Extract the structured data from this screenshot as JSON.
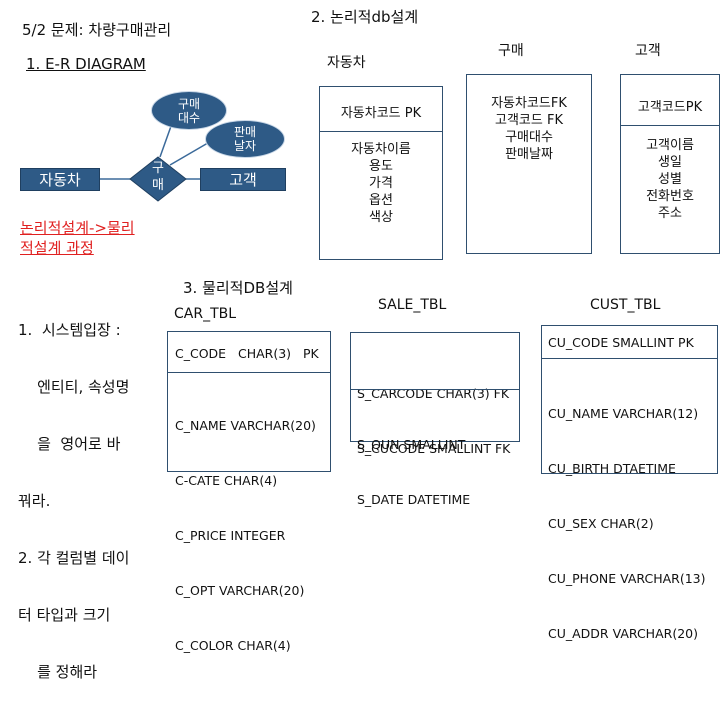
{
  "header": {
    "title": "5/2 문제: 차량구매관리",
    "section1": "1. E-R DIAGRAM",
    "section2": "2. 논리적db설계",
    "section3": "3. 물리적DB설계"
  },
  "er": {
    "entity_car": "자동차",
    "entity_customer": "고객",
    "relationship": [
      "구",
      "매"
    ],
    "attr_qty": [
      "구매",
      "대수"
    ],
    "attr_date": [
      "판매",
      "날자"
    ]
  },
  "notes": {
    "red_title": [
      "논리적설계->물리",
      "적설계 과정"
    ],
    "steps": [
      "1.  시스템입장 :",
      "    엔티티, 속성명",
      "    을  영어로 바",
      "꿔라.",
      "2. 각 컬럼별 데이",
      "터 타입과 크기",
      "    를 정해라"
    ]
  },
  "logical": {
    "car": {
      "label": "자동차",
      "pk": "자동차코드 PK",
      "attrs": [
        "자동차이름",
        "용도",
        "가격",
        "옵션",
        "색상"
      ]
    },
    "purchase": {
      "label": "구매",
      "attrs": [
        "자동차코드FK",
        "고객코드 FK",
        "구매대수",
        "판매날짜"
      ]
    },
    "customer": {
      "label": "고객",
      "pk": "고객코드PK",
      "attrs": [
        "고객이름",
        "생일",
        "성별",
        "전화번호",
        "주소"
      ]
    }
  },
  "physical": {
    "car_tbl": {
      "label": "CAR_TBL",
      "keys": [
        "C_CODE   CHAR(3)   PK"
      ],
      "cols": [
        "C_NAME VARCHAR(20)",
        "C-CATE    CHAR(4)",
        "C_PRICE   INTEGER",
        "C_OPT     VARCHAR(20)",
        "C_COLOR CHAR(4)"
      ]
    },
    "sale_tbl": {
      "label": "SALE_TBL",
      "keys": [
        "S_CARCODE CHAR(3) FK",
        "S_CUCODE SMALLINT FK"
      ],
      "cols": [
        "S_QUN SMALLINT",
        "S_DATE DATETIME"
      ]
    },
    "cust_tbl": {
      "label": "CUST_TBL",
      "keys": [
        "CU_CODE SMALLINT PK"
      ],
      "cols": [
        "CU_NAME VARCHAR(12)",
        "CU_BIRTH  DTAETIME",
        "CU_SEX      CHAR(2)",
        "CU_PHONE VARCHAR(13)",
        "CU_ADDR    VARCHAR(20)"
      ]
    }
  },
  "colors": {
    "node": "#2e5a86",
    "border": "#2f4f6f",
    "red": "#e02020"
  }
}
